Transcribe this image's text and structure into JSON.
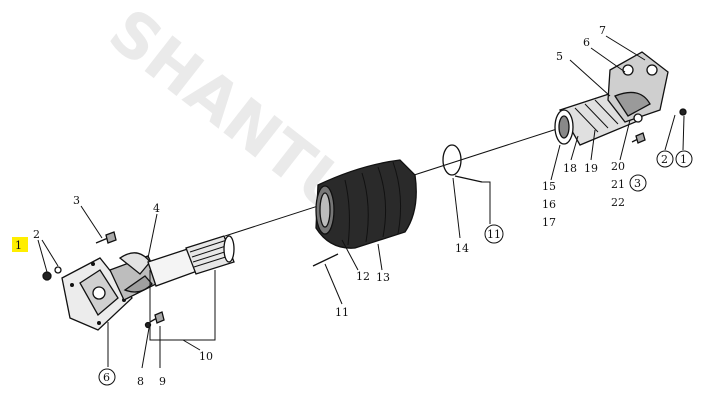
{
  "diagram": {
    "highlight_color": "#ffee00",
    "labels": [
      "1",
      "2",
      "3",
      "4",
      "5",
      "6",
      "7",
      "8",
      "9",
      "10",
      "11",
      "12",
      "13",
      "14",
      "15",
      "16",
      "17",
      "18",
      "19",
      "20",
      "21",
      "22"
    ],
    "circled_labels": [
      "6",
      "11",
      "1",
      "2",
      "3"
    ],
    "highlighted_label": "1"
  }
}
